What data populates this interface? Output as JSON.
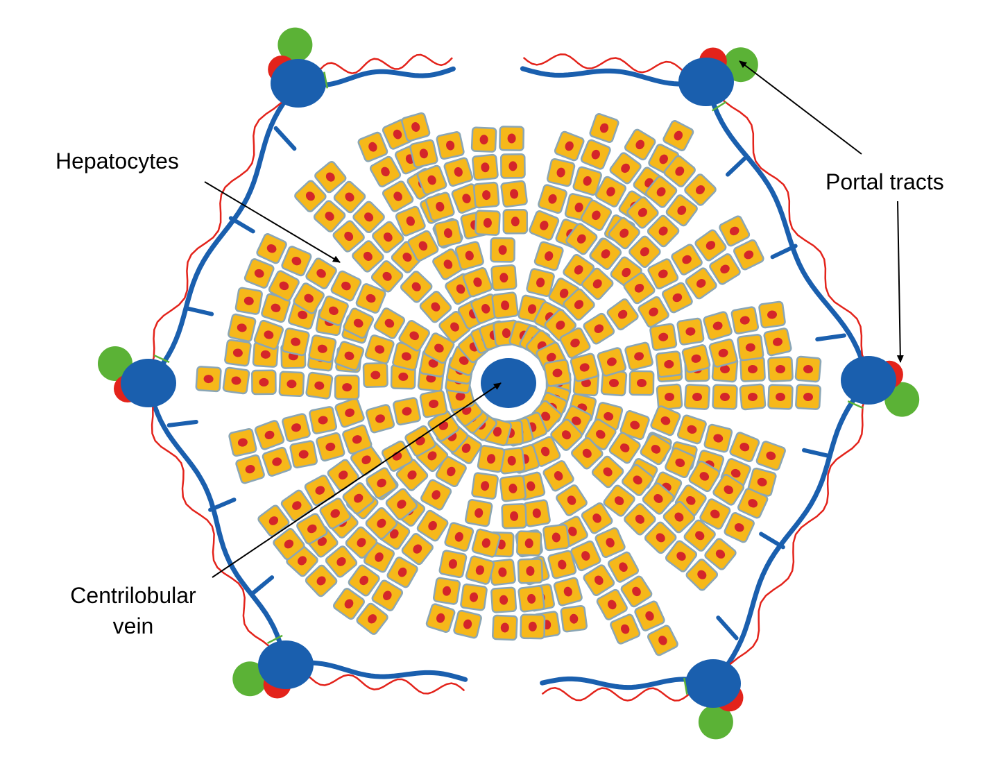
{
  "labels": {
    "hepatocytes": "Hepatocytes",
    "portal_tracts": "Portal tracts",
    "centrilobular_line1": "Centrilobular",
    "centrilobular_line2": "vein"
  },
  "colors": {
    "portal_vein": "#1a5fae",
    "hepatic_artery": "#e3231b",
    "bile_duct": "#5bb236",
    "arteriole": "#e3231b",
    "bile_canaliculus": "#5bb236",
    "hepatocyte_fill": "#f6b81a",
    "hepatocyte_border": "#8aa6b6",
    "nucleus": "#d4252a",
    "central_vein": "#1a5fae",
    "arrow": "#000000"
  },
  "structure": {
    "portal_tract_count": 6,
    "hepatocyte_cords": 24,
    "cells_per_cord": 11
  }
}
